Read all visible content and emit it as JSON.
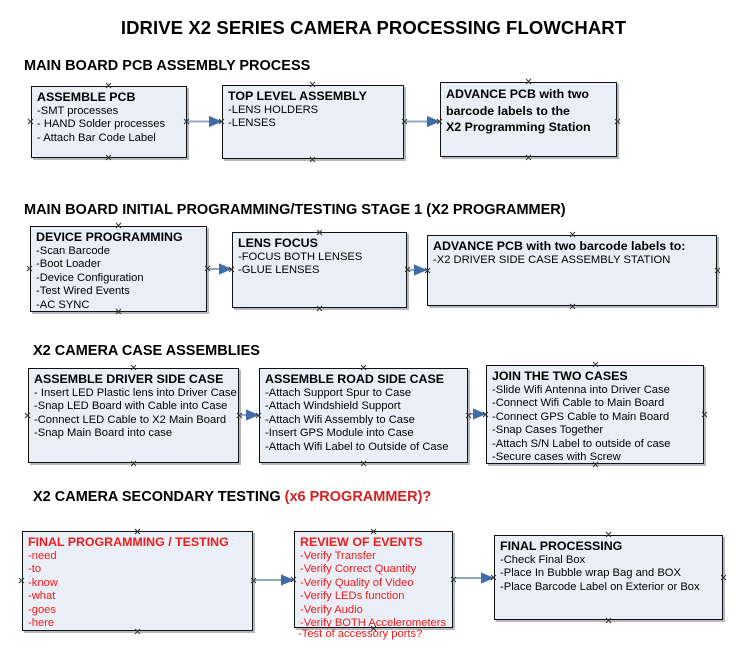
{
  "title": "IDRIVE X2  SERIES CAMERA PROCESSING FLOWCHART",
  "sections": [
    {
      "id": "s1",
      "label": "MAIN BOARD PCB ASSEMBLY PROCESS",
      "accent": ""
    },
    {
      "id": "s2",
      "label": "MAIN BOARD INITIAL PROGRAMMING/TESTING STAGE 1 (X2 PROGRAMMER)",
      "accent": ""
    },
    {
      "id": "s3",
      "label": "X2 CAMERA CASE ASSEMBLIES",
      "accent": ""
    },
    {
      "id": "s4",
      "label": "X2 CAMERA SECONDARY TESTING ",
      "accent": "(x6 PROGRAMMER)?"
    }
  ],
  "accent_color": "#d42020",
  "box_fill": "#e9eef7",
  "box_stroke": "#111111",
  "connector_color": "#7b98bd",
  "nodes": {
    "assemble_pcb": {
      "header": "ASSEMBLE PCB",
      "lines": [
        "-SMT processes",
        "- HAND Solder processes",
        "- Attach Bar Code Label"
      ]
    },
    "top_level_assembly": {
      "header": "TOP LEVEL ASSEMBLY",
      "lines": [
        "-LENS HOLDERS",
        "-LENSES"
      ]
    },
    "advance_pcb_1": {
      "header": "ADVANCE PCB with two",
      "lines": [
        "barcode labels to the",
        " X2 Programming Station"
      ]
    },
    "device_programming": {
      "header": "DEVICE PROGRAMMING",
      "lines": [
        "-Scan Barcode",
        "-Boot Loader",
        "-Device Configuration",
        "-Test Wired Events",
        "-AC SYNC"
      ]
    },
    "lens_focus": {
      "header": "LENS FOCUS",
      "lines": [
        "-FOCUS BOTH LENSES",
        "-GLUE LENSES"
      ]
    },
    "advance_pcb_2": {
      "header": "ADVANCE PCB with two barcode labels to:",
      "lines": [
        "-X2 DRIVER  SIDE  CASE  ASSEMBLY STATION"
      ]
    },
    "driver_side_case": {
      "header": "ASSEMBLE DRIVER SIDE CASE",
      "lines": [
        "- Insert LED Plastic lens into Driver Case",
        "-Snap LED Board with Cable into Case",
        "-Connect LED Cable to X2 Main Board",
        "-Snap Main Board into case"
      ]
    },
    "road_side_case": {
      "header": "ASSEMBLE ROAD SIDE CASE",
      "lines": [
        "-Attach Support Spur to Case",
        "-Attach Windshield Support",
        "-Attach Wifi Assembly to Case",
        "-Insert GPS Module into Case",
        "-Attach Wifi Label to Outside of Case"
      ]
    },
    "join_two_cases": {
      "header": "JOIN THE TWO CASES",
      "lines": [
        "-Slide Wifi Antenna into Driver Case",
        "-Connect Wifi Cable to Main Board",
        "-Connect GPS Cable to Main Board",
        "-Snap Cases Together",
        "-Attach S/N Label to outside of case",
        "-Secure cases with Screw"
      ]
    },
    "final_programming": {
      "header": "FINAL PROGRAMMING / TESTING",
      "lines": [
        "-need",
        "-to",
        "-know",
        "-what",
        "-goes",
        "-here"
      ]
    },
    "review_of_events": {
      "header": "REVIEW OF EVENTS",
      "lines": [
        "-Verify Transfer",
        "-Verify Correct Quantity",
        "-Verify Quality of Video",
        "-Verify LEDs function",
        "-Verify Audio",
        "-Verify BOTH Accelerometers"
      ],
      "overflow_line": "-Test of accessory ports?"
    },
    "final_processing": {
      "header": "FINAL PROCESSING",
      "lines": [
        " -Check Final Box",
        "-Place In Bubble wrap Bag and BOX",
        "-Place Barcode Label on Exterior or Box"
      ]
    }
  }
}
